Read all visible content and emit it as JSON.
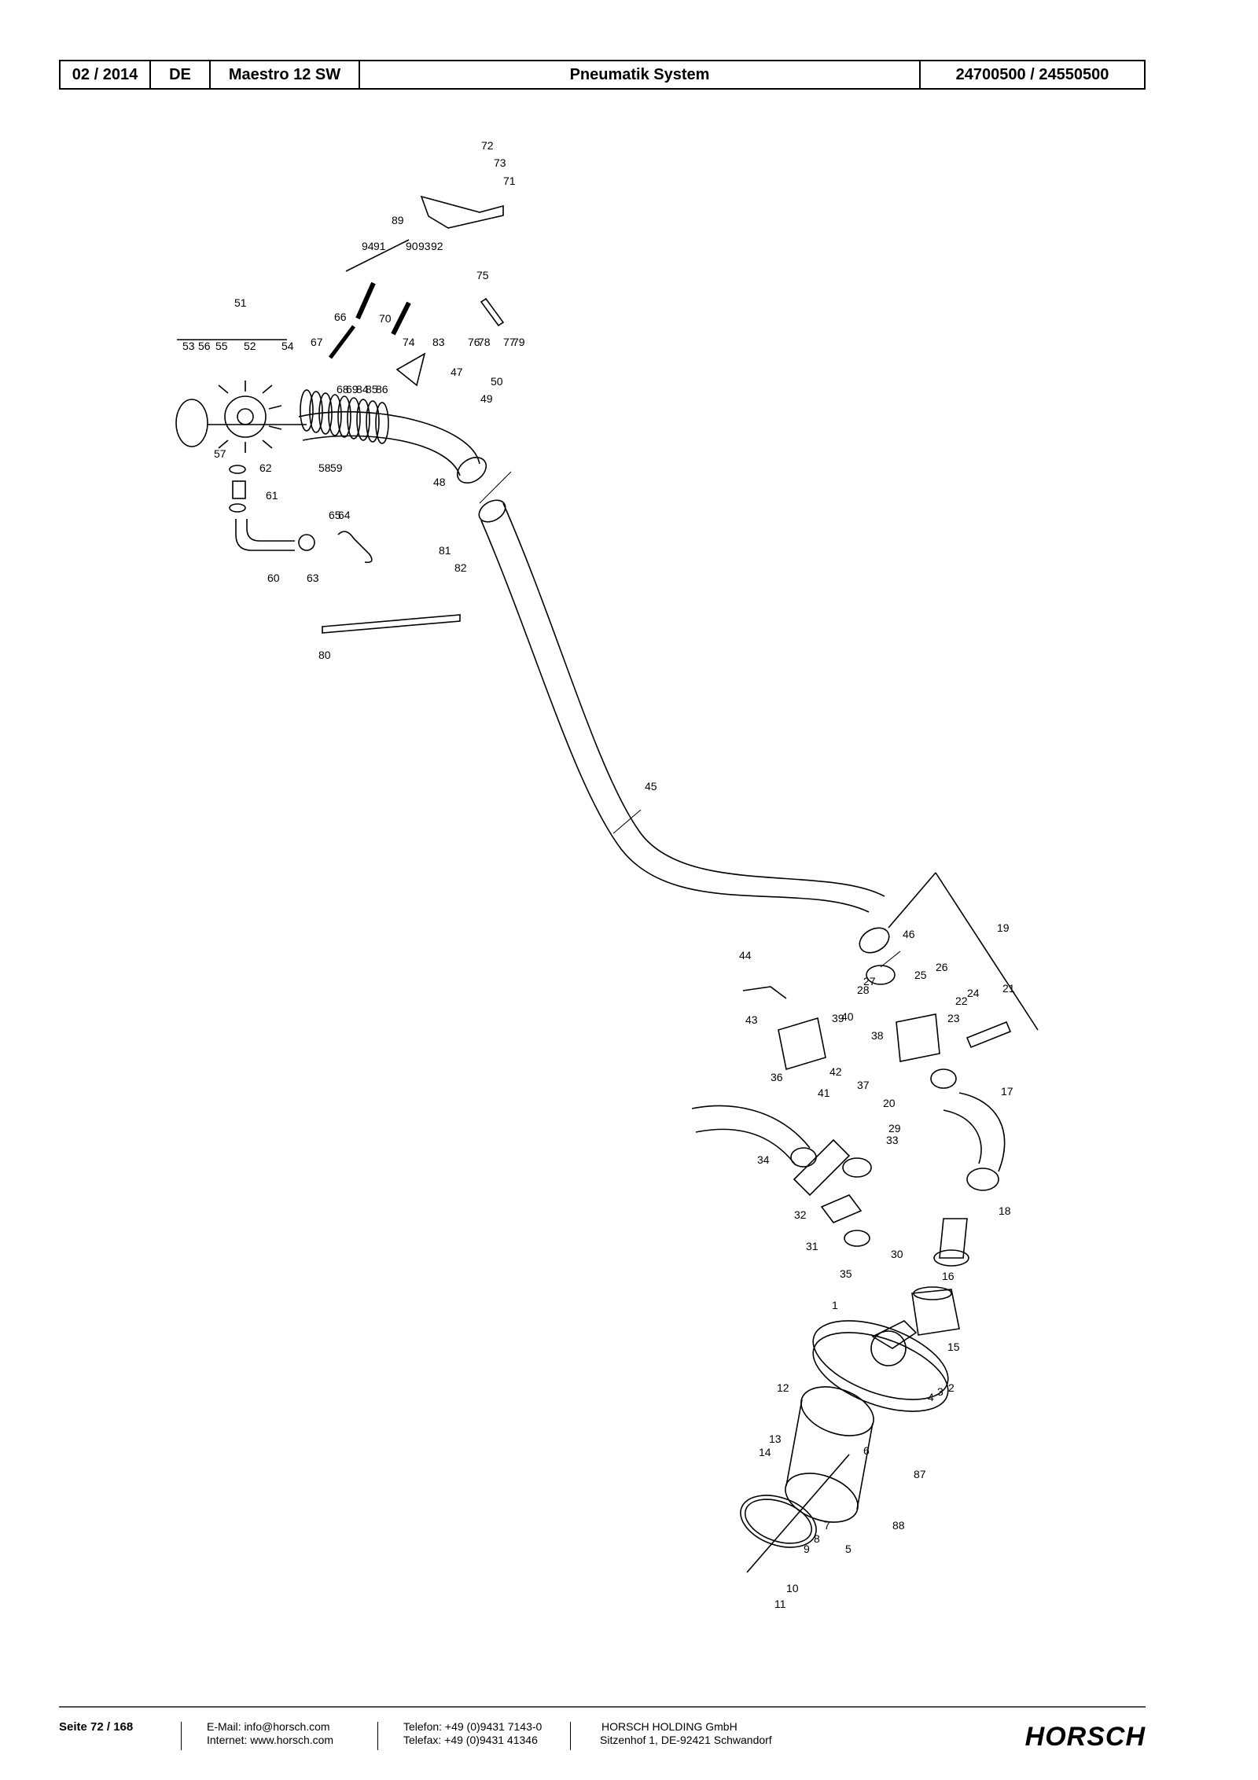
{
  "header": {
    "date": "02 / 2014",
    "lang": "DE",
    "model": "Maestro 12 SW",
    "title": "Pneumatik System",
    "part_numbers": "24700500 / 24550500"
  },
  "callouts": [
    "1",
    "2",
    "3",
    "4",
    "5",
    "6",
    "7",
    "8",
    "9",
    "10",
    "11",
    "12",
    "13",
    "14",
    "15",
    "16",
    "17",
    "18",
    "19",
    "20",
    "21",
    "22",
    "23",
    "24",
    "25",
    "26",
    "27",
    "28",
    "29",
    "30",
    "31",
    "32",
    "33",
    "34",
    "35",
    "36",
    "37",
    "38",
    "39",
    "40",
    "41",
    "42",
    "43",
    "44",
    "45",
    "46",
    "47",
    "48",
    "49",
    "50",
    "51",
    "52",
    "53",
    "54",
    "55",
    "56",
    "57",
    "58",
    "59",
    "60",
    "61",
    "62",
    "63",
    "64",
    "65",
    "66",
    "67",
    "68",
    "69",
    "70",
    "71",
    "72",
    "73",
    "74",
    "75",
    "76",
    "77",
    "78",
    "79",
    "80",
    "81",
    "82",
    "83",
    "84",
    "85",
    "86",
    "87",
    "88",
    "89",
    "90",
    "91",
    "92",
    "93",
    "94"
  ],
  "footer": {
    "page": "Seite 72 / 168",
    "email": "E-Mail: info@horsch.com",
    "internet": "Internet: www.horsch.com",
    "phone": "Telefon: +49 (0)9431 7143-0",
    "fax": "Telefax: +49 (0)9431 41346",
    "company": "HORSCH HOLDING GmbH",
    "address": "Sitzenhof 1, DE-92421 Schwandorf",
    "logo": "HORSCH"
  }
}
